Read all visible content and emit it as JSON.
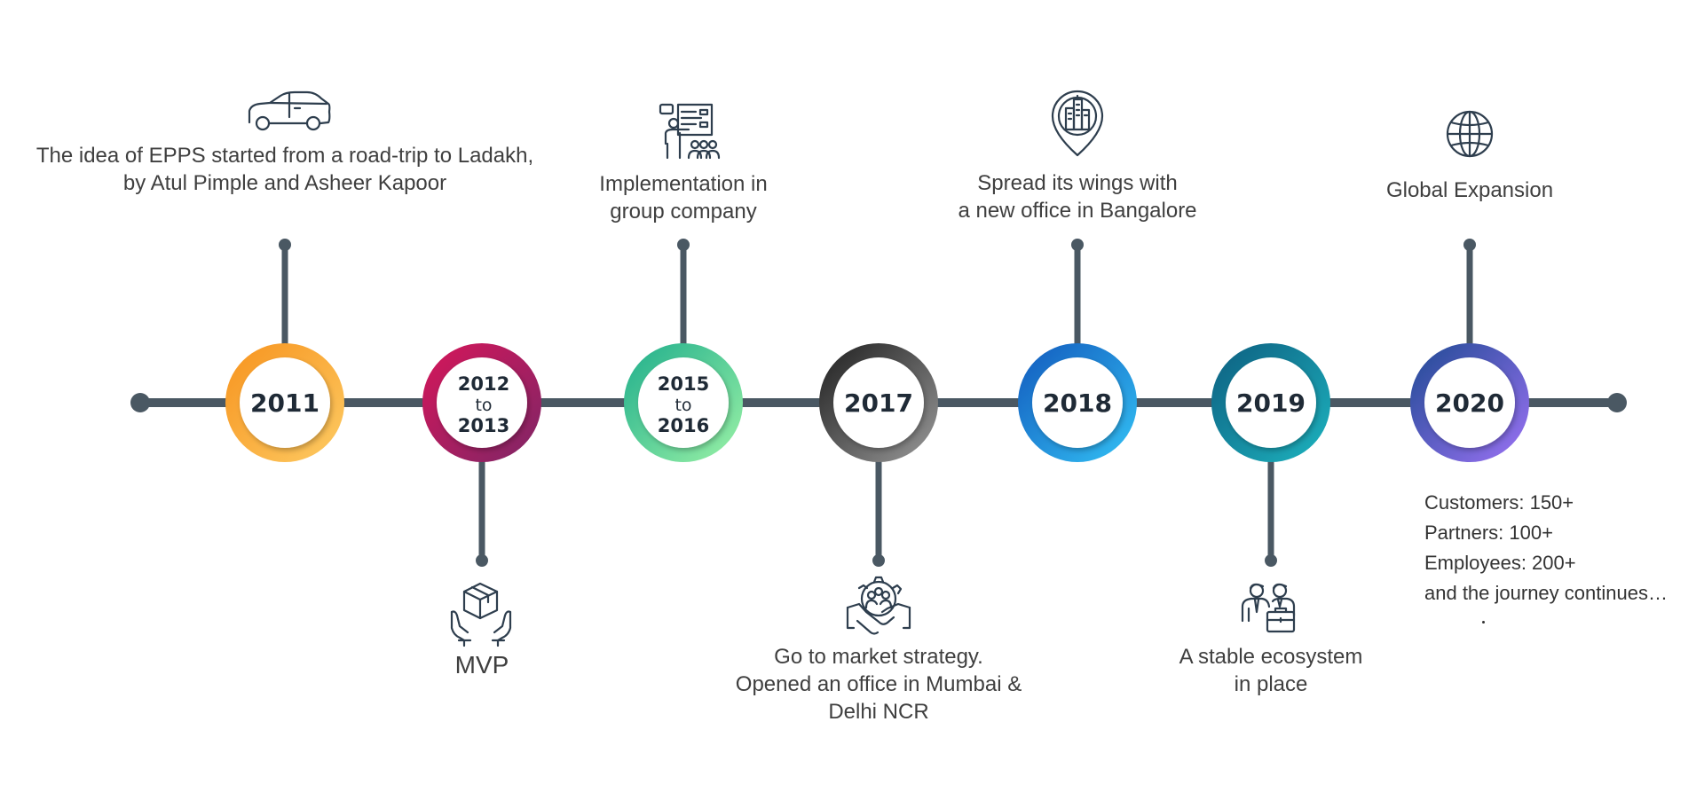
{
  "timeline": {
    "milestones": [
      {
        "id": "2011",
        "year_lines": [
          "2011"
        ],
        "text_lines": [
          "The idea of EPPS started from a road-trip to Ladakh,",
          "by Atul Pimple and Asheer Kapoor"
        ],
        "icon": "car-icon",
        "color_start": "#F7941D",
        "color_end": "#FDC95E"
      },
      {
        "id": "2012-2013",
        "year_lines": [
          "2012",
          "to",
          "2013"
        ],
        "text_lines": [
          "MVP"
        ],
        "icon": "box-in-hands-icon",
        "color_start": "#C2185B",
        "color_end": "#8E2464"
      },
      {
        "id": "2015-2016",
        "year_lines": [
          "2015",
          "to",
          "2016"
        ],
        "text_lines": [
          "Implementation in",
          "group company"
        ],
        "icon": "presentation-icon",
        "color_start": "#26B58F",
        "color_end": "#8BE8A0"
      },
      {
        "id": "2017",
        "year_lines": [
          "2017"
        ],
        "text_lines": [
          "Go to market strategy.",
          "Opened an office in Mumbai &",
          "Delhi NCR"
        ],
        "icon": "handshake-team-icon",
        "color_start": "#2B2B2B",
        "color_end": "#8A8A8A"
      },
      {
        "id": "2018",
        "year_lines": [
          "2018"
        ],
        "text_lines": [
          "Spread its wings with",
          "a new office in Bangalore"
        ],
        "icon": "city-location-icon",
        "color_start": "#1565C0",
        "color_end": "#29B6F6"
      },
      {
        "id": "2019",
        "year_lines": [
          "2019"
        ],
        "text_lines": [
          "A stable ecosystem",
          "in place"
        ],
        "icon": "business-people-icon",
        "color_start": "#0E6E8A",
        "color_end": "#1BA7B8"
      },
      {
        "id": "2020",
        "year_lines": [
          "2020"
        ],
        "text_lines": [
          "Global Expansion"
        ],
        "icon": "globe-icon",
        "color_start": "#2D4B9A",
        "color_end": "#8B6CF0"
      }
    ],
    "stats": {
      "customers": "Customers: 150+",
      "partners": "Partners: 100+",
      "employees": "Employees: 200+",
      "continues": "and the journey continues…"
    },
    "line_color": "#4A5863",
    "icon_color": "#2E3E4E"
  }
}
